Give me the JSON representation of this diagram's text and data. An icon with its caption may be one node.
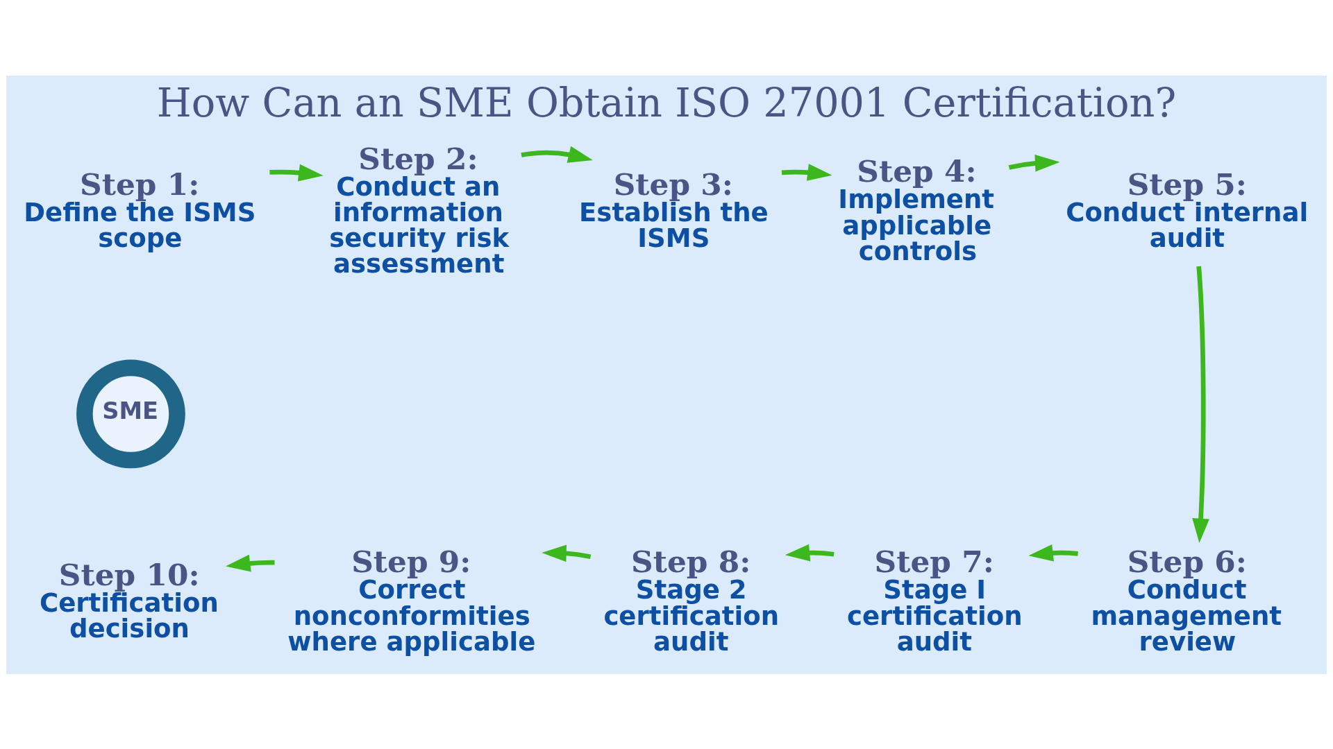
{
  "diagram": {
    "title": "How Can an SME Obtain ISO 27001 Certification?",
    "nodes": [
      {
        "text": [
          "Step 1:",
          "Define the ISMS scope"
        ]
      },
      {
        "text": [
          "Step 2:",
          "Conduct an information security risk assessment"
        ]
      },
      {
        "text": [
          "Step 3:",
          "Establish the ISMS"
        ]
      },
      {
        "text": [
          "Step 4:",
          "Implement applicable controls"
        ]
      },
      {
        "text": [
          "Step 5:",
          "Conduct internal audit"
        ]
      },
      {
        "text": [
          "SME"
        ]
      },
      {
        "text": [
          "Step 10:",
          "Certification decision"
        ]
      },
      {
        "text": [
          "Step 9:",
          "Correct nonconformities where applicable"
        ]
      },
      {
        "text": [
          "Step 8:",
          "Stage 2 certification audit"
        ]
      },
      {
        "text": [
          "Step 7:",
          "Stage I certification audit"
        ]
      },
      {
        "text": [
          "Step 6:",
          "Conduct management review"
        ]
      }
    ],
    "edges": [
      {
        "from": 0,
        "to": 1,
        "arrow": "to"
      },
      {
        "from": 1,
        "to": 2,
        "arrow": "to"
      },
      {
        "from": 2,
        "to": 3,
        "arrow": "to"
      },
      {
        "from": 3,
        "to": 4,
        "arrow": "to"
      },
      {
        "from": 4,
        "to": 10,
        "arrow": "to"
      },
      {
        "from": 10,
        "to": 9,
        "arrow": "to"
      },
      {
        "from": 9,
        "to": 8,
        "arrow": "to"
      },
      {
        "from": 8,
        "to": 7,
        "arrow": "to"
      },
      {
        "from": 7,
        "to": 6,
        "arrow": "to"
      }
    ]
  }
}
